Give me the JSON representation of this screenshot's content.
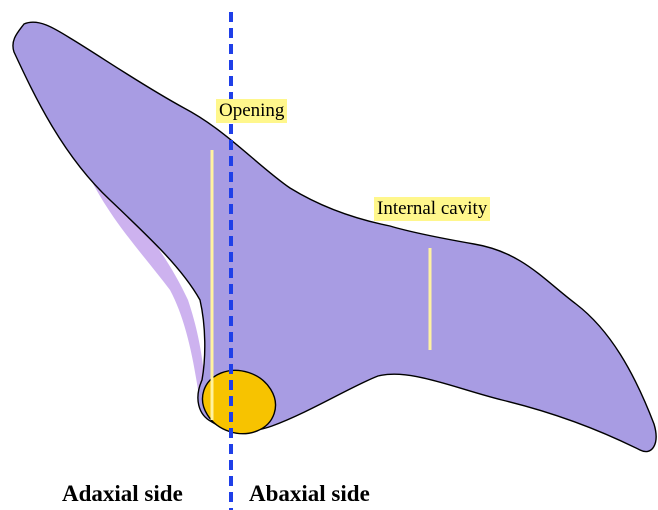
{
  "labels": {
    "opening": "Opening",
    "internal_cavity": "Internal cavity",
    "adaxial_side": "Adaxial side",
    "abaxial_side": "Abaxial side"
  },
  "colors": {
    "body_fill": "#a89ce3",
    "body_edge": "#000000",
    "adaxial_shadow": "#cdb2ef",
    "opening_ellipse": "#f7c300",
    "slit_line": "#fff2a0",
    "label_highlight": "#fff78c",
    "axis_line": "#1f3fe8"
  }
}
